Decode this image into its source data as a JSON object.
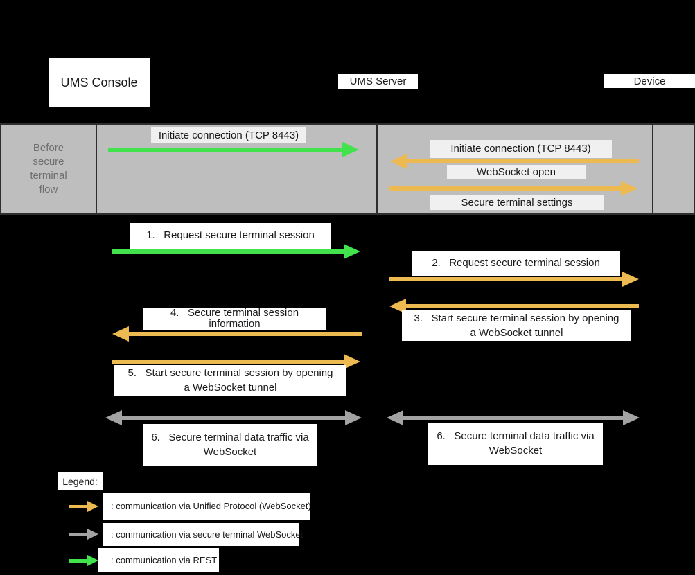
{
  "actors": [
    {
      "label": "UMS Console"
    },
    {
      "label": "UMS Server"
    },
    {
      "label": "Device"
    }
  ],
  "band": {
    "phase_label": "Before\nsecure\nterminal\nflow",
    "console_server_message": {
      "label": "Initiate connection (TCP 8443)",
      "type": "rest",
      "direction": "right",
      "from": "UMS Console",
      "to": "UMS Server"
    },
    "device_server_messages": [
      {
        "label": "Initiate connection (TCP 8443)",
        "type": "unified",
        "direction": "left",
        "from": "Device",
        "to": "UMS Server"
      },
      {
        "label": "WebSocket open",
        "type": "unified",
        "direction": "right",
        "from": "UMS Server",
        "to": "Device"
      },
      {
        "label": "Secure terminal settings",
        "type": "unified",
        "direction": "right",
        "from": "UMS Server",
        "to": "Device"
      }
    ]
  },
  "steps": [
    {
      "label": "1.   Request secure terminal session",
      "type": "rest",
      "direction": "right",
      "from": "UMS Console",
      "to": "UMS Server"
    },
    {
      "label": "2.   Request secure terminal session",
      "type": "unified",
      "direction": "right",
      "from": "UMS Server",
      "to": "Device"
    },
    {
      "label": "3.   Start secure terminal session by opening\na WebSocket tunnel",
      "type": "unified",
      "direction": "left",
      "from": "Device",
      "to": "UMS Server"
    },
    {
      "label": "4.   Secure terminal session\ninformation",
      "type": "unified",
      "direction": "left",
      "from": "UMS Server",
      "to": "UMS Console"
    },
    {
      "label": "5.   Start secure terminal session by opening\na WebSocket tunnel",
      "type": "unified",
      "direction": "right",
      "from": "UMS Console",
      "to": "UMS Server"
    },
    {
      "label": "6.   Secure terminal data traffic via\nWebSocket",
      "type": "secure-websocket",
      "direction": "both",
      "from": "UMS Console",
      "to": "UMS Server"
    },
    {
      "label": "6.   Secure terminal data traffic via\nWebSocket",
      "type": "secure-websocket",
      "direction": "both",
      "from": "UMS Server",
      "to": "Device"
    }
  ],
  "legend": {
    "title": "Legend:",
    "entries": [
      {
        "label": ": communication via Unified Protocol (WebSocket)",
        "type": "unified"
      },
      {
        "label": ": communication via secure terminal WebSocket",
        "type": "secure-websocket"
      },
      {
        "label": ": communication via REST",
        "type": "rest"
      }
    ]
  },
  "colors": {
    "unifiedColor": "#EDBA52",
    "secureWsColor": "#A3A3A3",
    "restColor": "#41E24B",
    "bandBg": "#BEBEBE",
    "bandLabelBg": "#F0F0F0",
    "bandBorder": "#2E2E2E",
    "phaseText": "#6E6E6E",
    "background": "#000000",
    "boxBg": "#FFFFFF",
    "text": "#1A1A1A"
  }
}
